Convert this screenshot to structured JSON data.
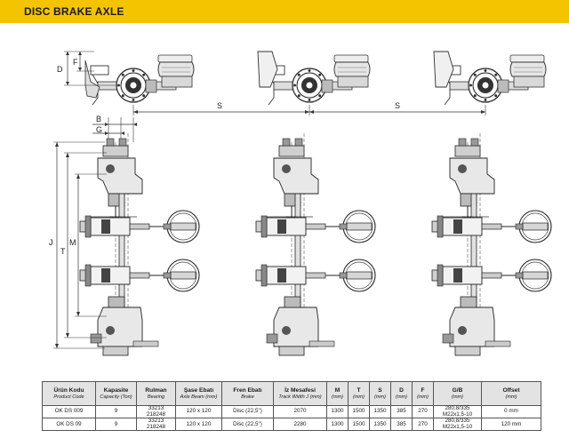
{
  "header": {
    "title": "DISC BRAKE AXLE"
  },
  "dimension_labels": {
    "D": "D",
    "F": "F",
    "S1": "S",
    "S2": "S",
    "B": "B",
    "G": "G",
    "J": "J",
    "T": "T",
    "M": "M"
  },
  "table": {
    "headers": [
      {
        "main": "Ürün Kodu",
        "sub": "Product Code"
      },
      {
        "main": "Kapasite",
        "sub": "Capacity (Ton)"
      },
      {
        "main": "Rulman",
        "sub": "Bearing"
      },
      {
        "main": "Şase Ebatı",
        "sub": "Axle Beam (mm)"
      },
      {
        "main": "Fren Ebatı",
        "sub": "Brake"
      },
      {
        "main": "İz Mesafesi",
        "sub": "Track Width J (mm)"
      },
      {
        "main": "M",
        "sub": "(mm)"
      },
      {
        "main": "T",
        "sub": "(mm)"
      },
      {
        "main": "S",
        "sub": "(mm)"
      },
      {
        "main": "D",
        "sub": "(mm)"
      },
      {
        "main": "F",
        "sub": "(mm)"
      },
      {
        "main": "G/B",
        "sub": "(mm)"
      },
      {
        "main": "Offset",
        "sub": "(mm)"
      }
    ],
    "rows": [
      {
        "code": "OK DS 009",
        "capacity": "9",
        "bearing_1": "33213",
        "bearing_2": "218248",
        "beam": "120 x 120",
        "brake": "Disc (22,5\")",
        "track": "2070",
        "m": "1300",
        "t": "1500",
        "s": "1350",
        "d": "385",
        "f": "270",
        "gb_1": "280,8/335",
        "gb_2": "M22x1,5-10",
        "offset": "0 mm"
      },
      {
        "code": "OK DS 09",
        "capacity": "9",
        "bearing_1": "33213",
        "bearing_2": "218248",
        "beam": "120 x 120",
        "brake": "Disc (22,5\")",
        "track": "2280",
        "m": "1300",
        "t": "1500",
        "s": "1350",
        "d": "385",
        "f": "270",
        "gb_1": "280,8/335",
        "gb_2": "M22x1,5-10",
        "offset": "120 mm"
      }
    ]
  }
}
